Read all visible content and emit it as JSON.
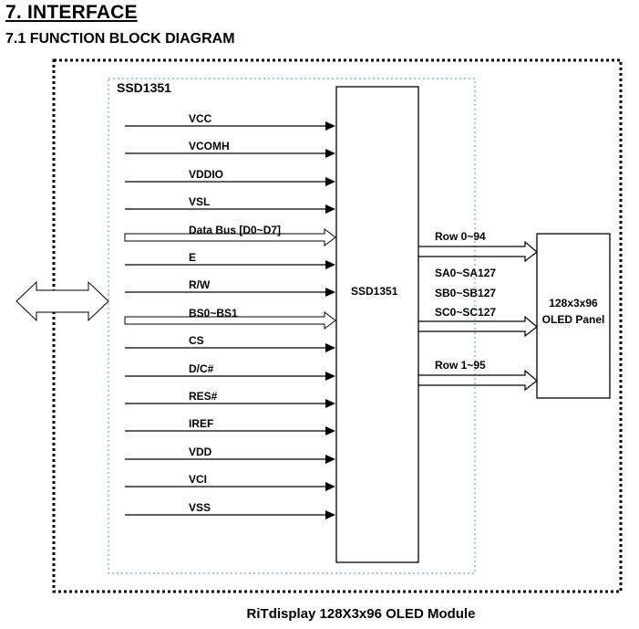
{
  "heading": "7. INTERFACE",
  "subheading": "7.1 FUNCTION BLOCK DIAGRAM",
  "diagram": {
    "chip_label": "SSD1351",
    "chip_block_label": "SSD1351",
    "inputs": [
      {
        "label": "VCC",
        "type": "line"
      },
      {
        "label": "VCOMH",
        "type": "line"
      },
      {
        "label": "VDDIO",
        "type": "line"
      },
      {
        "label": "VSL",
        "type": "line"
      },
      {
        "label": "Data Bus [D0~D7]",
        "type": "bus"
      },
      {
        "label": "E",
        "type": "line"
      },
      {
        "label": "R/W",
        "type": "line"
      },
      {
        "label": "BS0~BS1",
        "type": "bus"
      },
      {
        "label": "CS",
        "type": "line"
      },
      {
        "label": "D/C#",
        "type": "line"
      },
      {
        "label": "RES#",
        "type": "line"
      },
      {
        "label": "IREF",
        "type": "line"
      },
      {
        "label": "VDD",
        "type": "line"
      },
      {
        "label": "VCI",
        "type": "line"
      },
      {
        "label": "VSS",
        "type": "line"
      }
    ],
    "outputs": {
      "row_top": "Row 0~94",
      "seg_a": "SA0~SA127",
      "seg_b": "SB0~SB127",
      "seg_c": "SC0~SC127",
      "row_bottom": "Row 1~95"
    },
    "panel": {
      "line1": "128x3x96",
      "line2": "OLED Panel"
    },
    "module_caption": "RiTdisplay 128X3x96 OLED Module"
  }
}
